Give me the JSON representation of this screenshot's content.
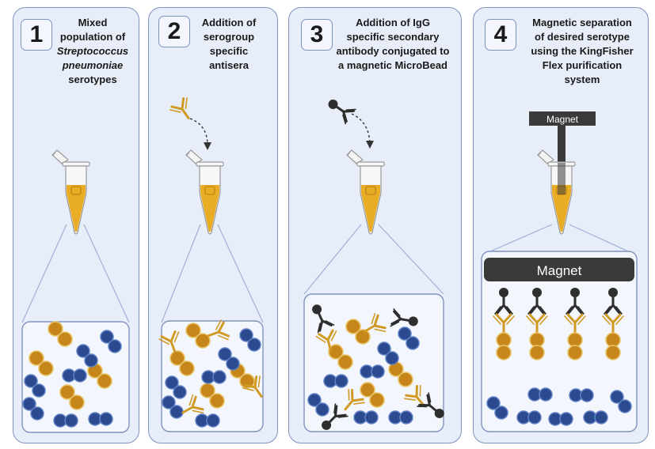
{
  "panels": [
    {
      "number": "1",
      "caption": [
        "Mixed",
        "population of",
        "Streptococcus",
        "pneumoniae",
        "serotypes"
      ]
    },
    {
      "number": "2",
      "caption": [
        "Addition of",
        "serogroup",
        "specific",
        "antisera"
      ]
    },
    {
      "number": "3",
      "caption": [
        "Addition of IgG",
        "specific secondary",
        "antibody conjugated to",
        "a magnetic MicroBead"
      ]
    },
    {
      "number": "4",
      "caption": [
        "Magnetic separation",
        "of desired serotype",
        "using the KingFisher",
        "Flex purification",
        "system"
      ]
    }
  ],
  "labels": {
    "magnet_small": "Magnet",
    "magnet_large": "Magnet"
  },
  "colors": {
    "panel_bg": "#e8eef9",
    "panel_border": "#7f93be",
    "orange": "#c7861a",
    "blue": "#2c4a8f",
    "antibody": "#d09a24",
    "bead": "#2e2e2e"
  }
}
